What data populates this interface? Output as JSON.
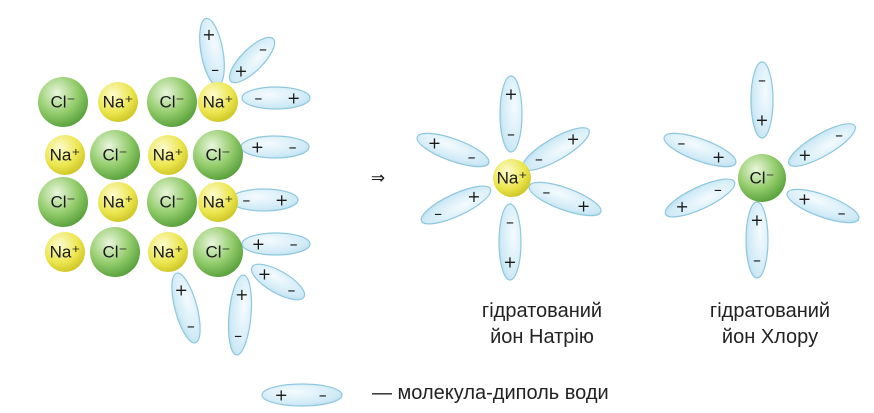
{
  "symbols": {
    "plus": "+",
    "minus": "–",
    "arrow": "⇒",
    "na": "Na⁺",
    "cl": "Cl⁻"
  },
  "captions": {
    "hydrated_sodium_line1": "гідратований",
    "hydrated_sodium_line2": "йон Натрію",
    "hydrated_chlorine_line1": "гідратований",
    "hydrated_chlorine_line2": "йон Хлору"
  },
  "legend": {
    "text": "— молекула-диполь води",
    "plus": "+",
    "minus": "–"
  },
  "colors": {
    "cl_ion": "#7fbf5a",
    "na_ion": "#e9e34a",
    "water_dipole": "#d4eef8",
    "water_stroke": "#8ec7dd"
  }
}
